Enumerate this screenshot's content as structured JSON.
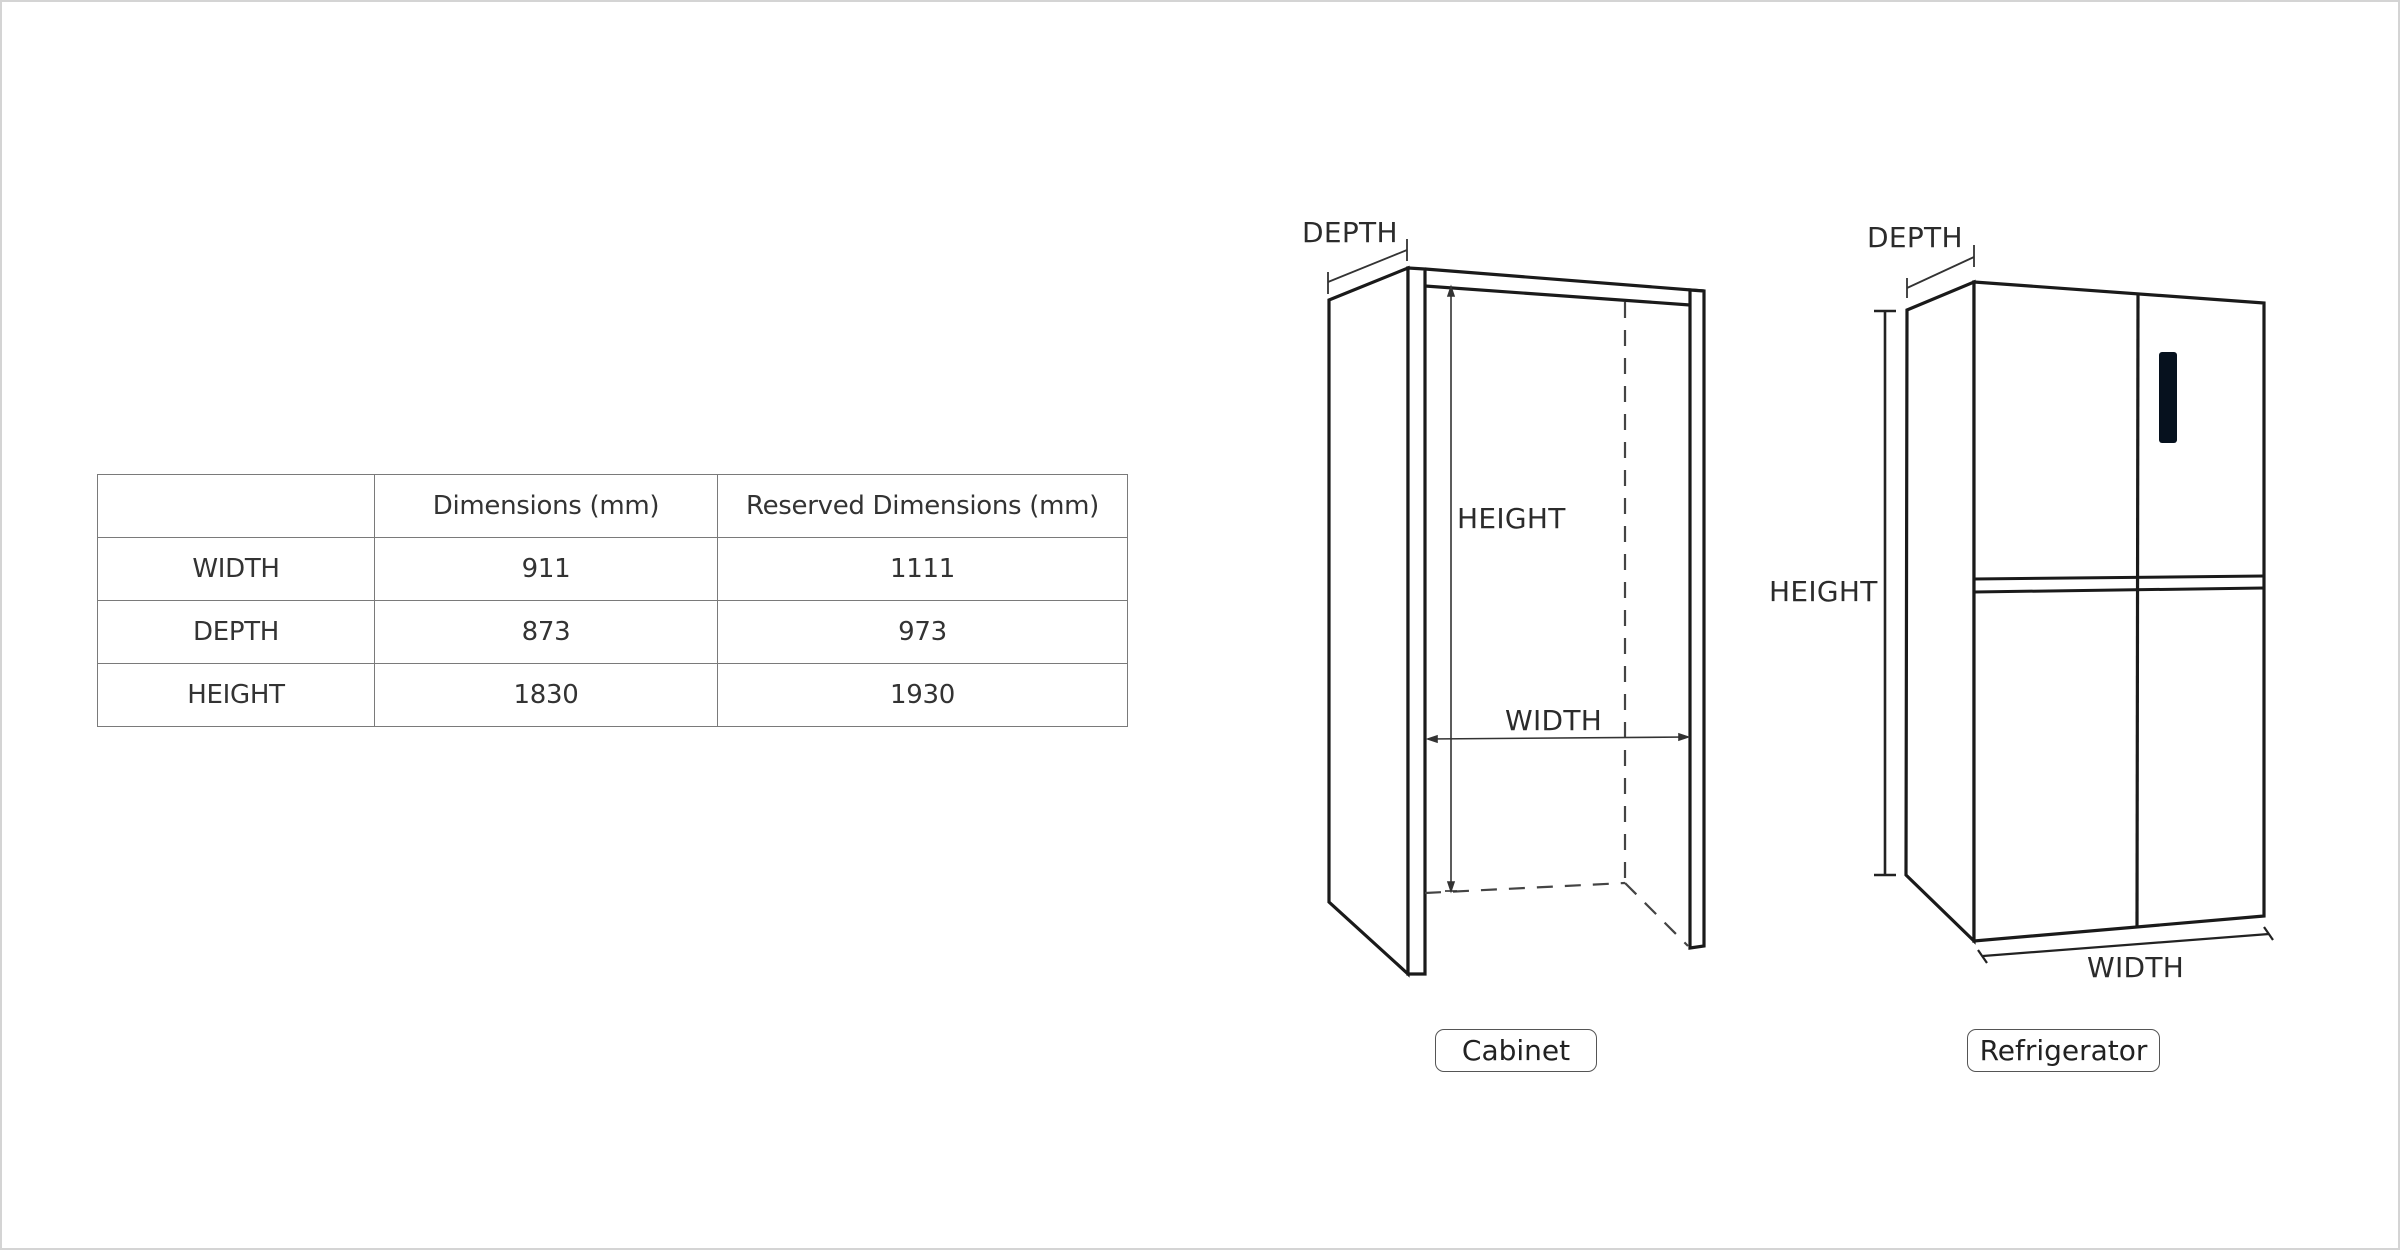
{
  "table": {
    "headers": [
      "",
      "Dimensions (mm)",
      "Reserved Dimensions (mm)"
    ],
    "rows": [
      {
        "label": "WIDTH",
        "dimensions": "911",
        "reserved": "1111"
      },
      {
        "label": "DEPTH",
        "dimensions": "873",
        "reserved": "973"
      },
      {
        "label": "HEIGHT",
        "dimensions": "1830",
        "reserved": "1930"
      }
    ]
  },
  "cabinet": {
    "caption": "Cabinet",
    "labels": {
      "depth": "DEPTH",
      "height": "HEIGHT",
      "width": "WIDTH"
    }
  },
  "refrigerator": {
    "caption": "Refrigerator",
    "labels": {
      "depth": "DEPTH",
      "height": "HEIGHT",
      "width": "WIDTH"
    }
  },
  "colors": {
    "line": "#1a1a1a",
    "handle": "#06111e",
    "table_border": "#7a7a7a",
    "frame_border": "#d4d4d4"
  }
}
